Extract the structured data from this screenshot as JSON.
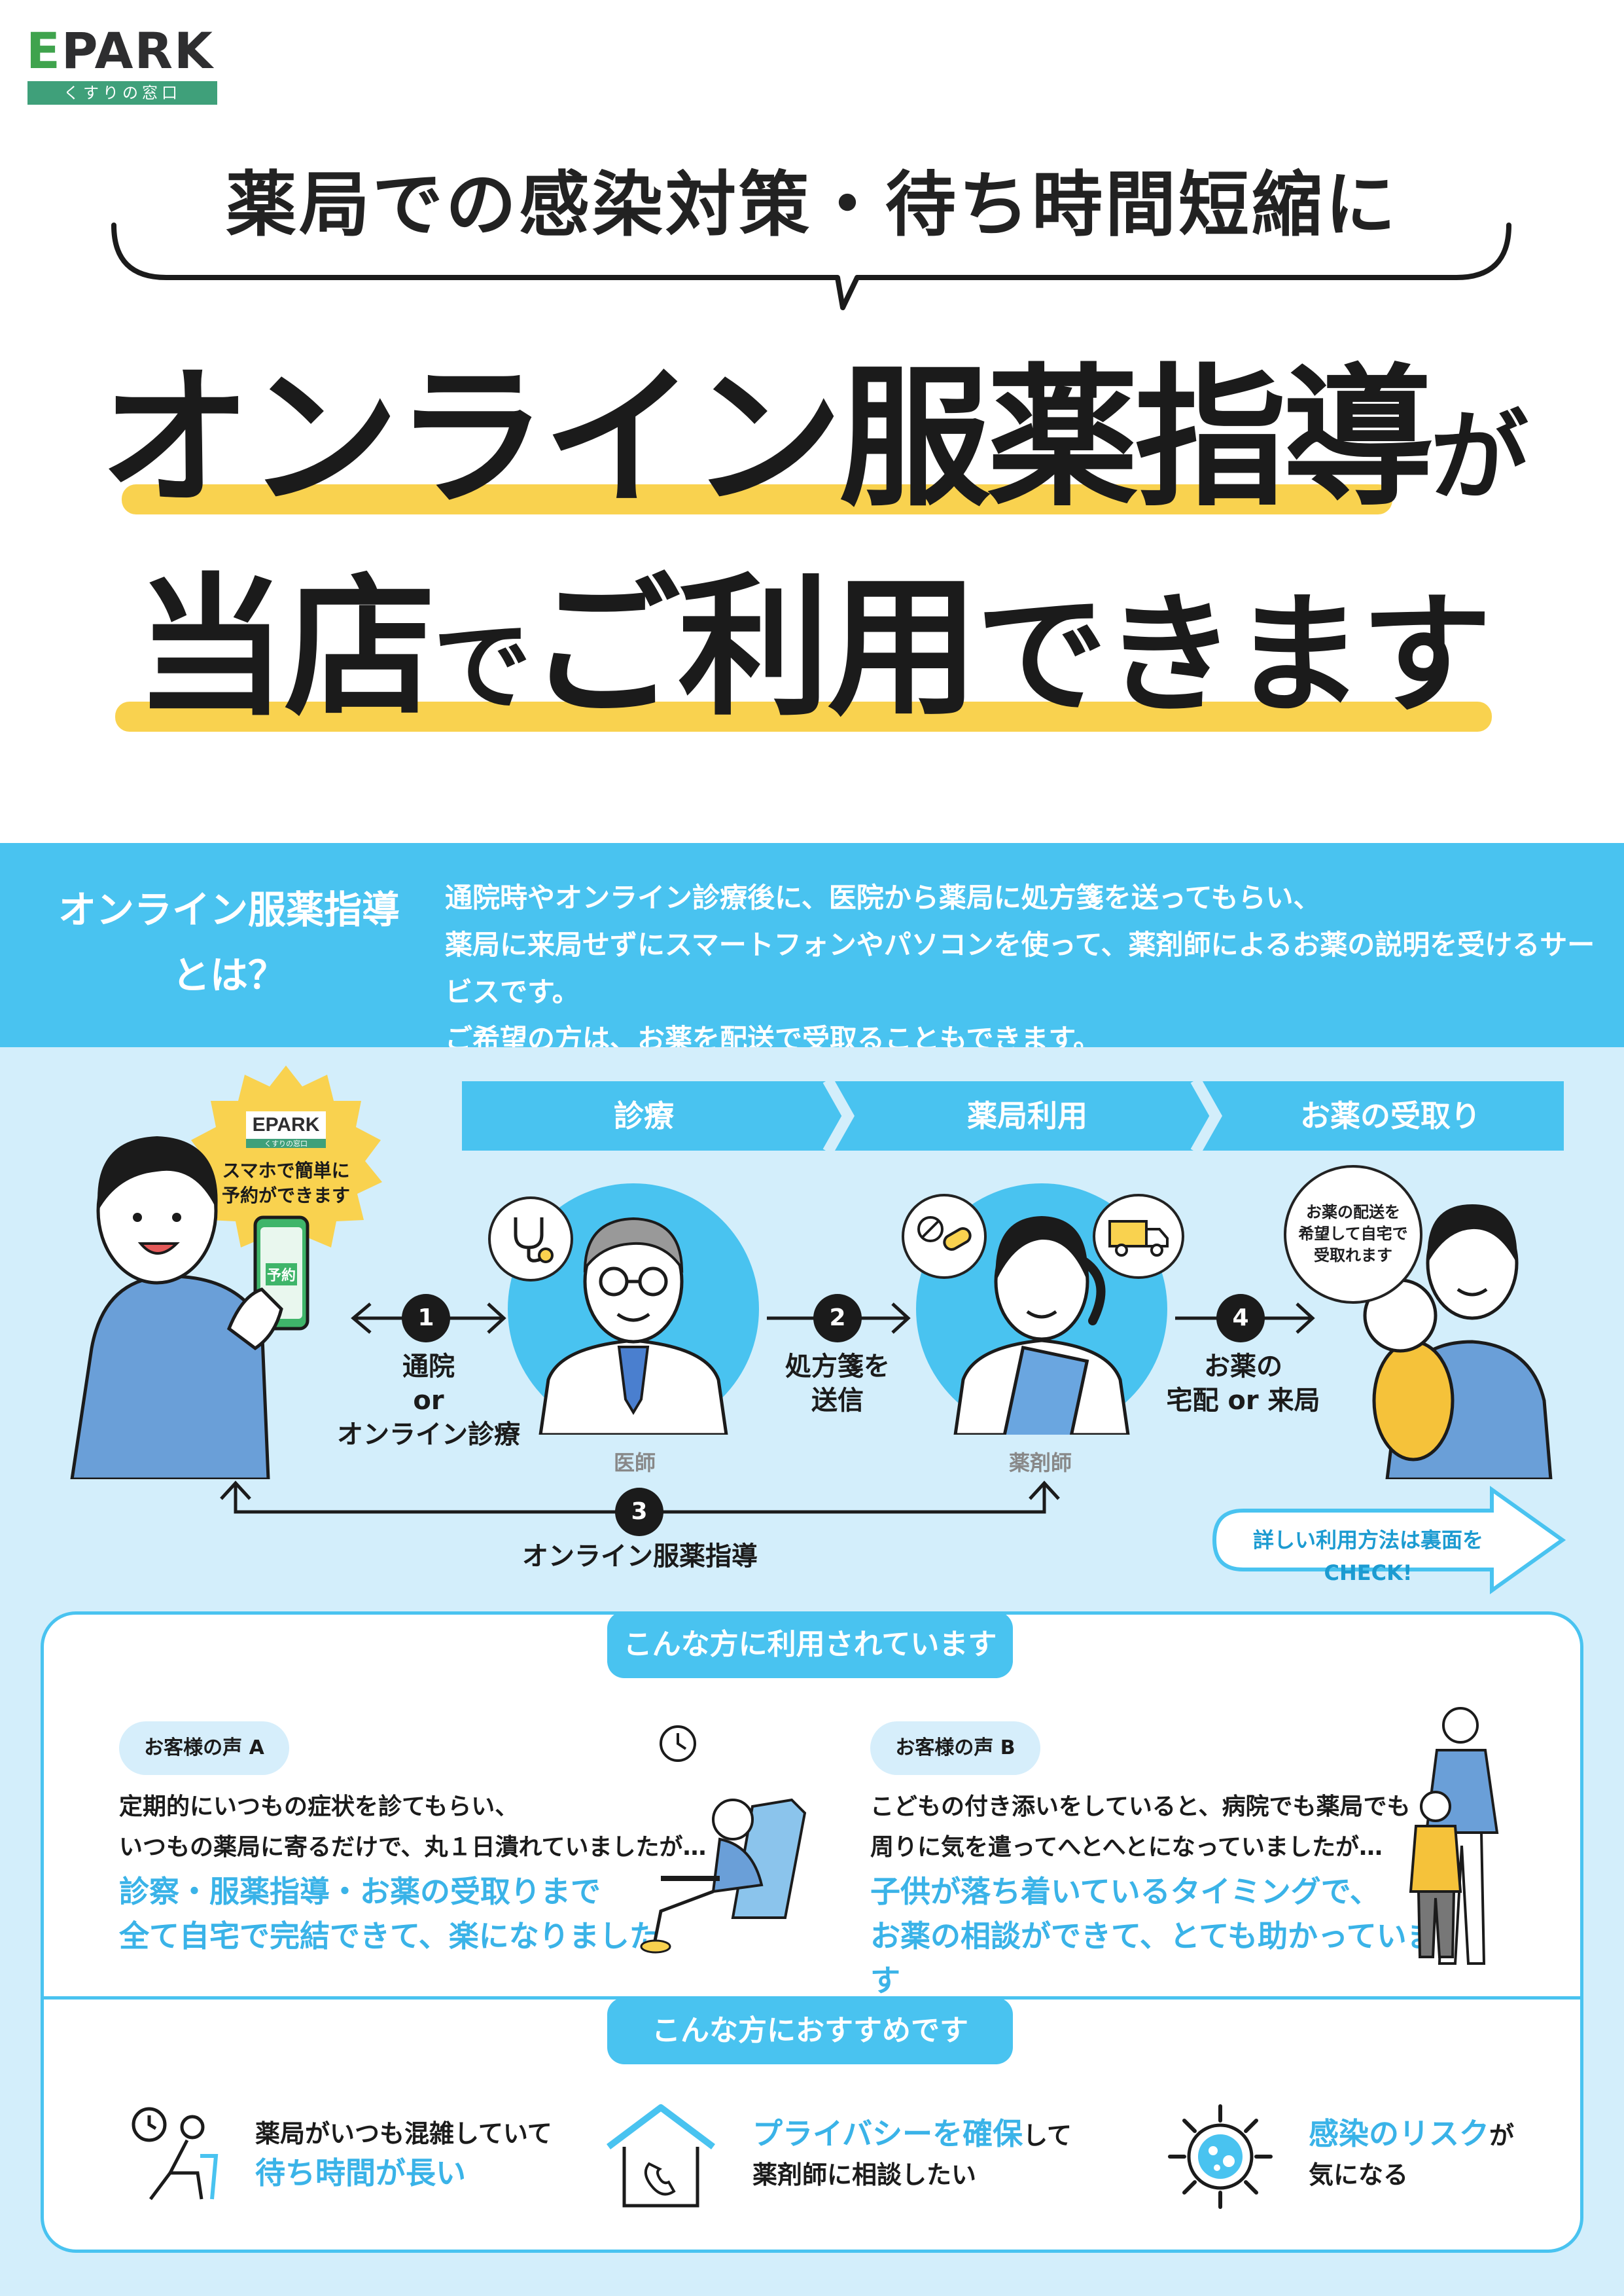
{
  "brand": {
    "logo_text_e": "E",
    "logo_text_rest": "PARK",
    "logo_sub": "くすりの窓口"
  },
  "header": {
    "subtitle": "薬局での感染対策・待ち時間短縮に",
    "hero_line1_main": "オンライン服薬指導",
    "hero_line1_tail": "が",
    "hero_line2_a": "当店",
    "hero_line2_b": "で",
    "hero_line2_c": "ご利用",
    "hero_line2_d": "できます"
  },
  "about": {
    "title_line1": "オンライン服薬指導",
    "title_line2": "とは？",
    "desc": [
      "通院時やオンライン診療後に、医院から薬局に処方箋を送ってもらい、",
      "薬局に来局せずにスマートフォンやパソコンを使って、薬剤師によるお薬の説明を受けるサービスです。",
      "ご希望の方は、お薬を配送で受取ることもできます。"
    ]
  },
  "flow": {
    "steps": [
      "診療",
      "薬局利用",
      "お薬の受取り"
    ],
    "badge": {
      "logo": "EPARK",
      "logo_sub": "くすりの窓口",
      "line1": "スマホで簡単に",
      "line2": "予約ができます"
    },
    "phone_label": "予約",
    "nums": [
      "1",
      "2",
      "3",
      "4"
    ],
    "label1": [
      "通院",
      "or",
      "オンライン診療"
    ],
    "label2": [
      "処方箋を",
      "送信"
    ],
    "label3": "オンライン服薬指導",
    "label4": [
      "お薬の",
      "宅配 or 来局"
    ],
    "role_doctor": "医師",
    "role_pharmacist": "薬剤師",
    "bubble_right": [
      "お薬の配送を",
      "希望して自宅で",
      "受取れます"
    ],
    "detail": "詳しい利用方法は裏面を CHECK!"
  },
  "users": {
    "tab": "こんな方に利用されています",
    "a": {
      "pill": "お客様の声 A",
      "line1": "定期的にいつもの症状を診てもらい、",
      "line2": "いつもの薬局に寄るだけで、丸１日潰れていましたが…",
      "em1": "診察・服薬指導・お薬の受取りまで",
      "em2": "全て自宅で完結できて、楽になりました"
    },
    "b": {
      "pill": "お客様の声 B",
      "line1": "こどもの付き添いをしていると、病院でも薬局でも",
      "line2": "周りに気を遣ってへとへとになっていましたが…",
      "em1": "子供が落ち着いているタイミングで、",
      "em2": "お薬の相談ができて、とても助かっています"
    }
  },
  "recommend": {
    "tab": "こんな方におすすめです",
    "item1": {
      "line1": "薬局がいつも混雑していて",
      "em": "待ち時間が長い"
    },
    "item2": {
      "em": "プライバシーを確保",
      "tail": "して",
      "line2": "薬剤師に相談したい"
    },
    "item3": {
      "em": "感染のリスク",
      "tail": "が",
      "line2": "気になる"
    }
  },
  "colors": {
    "accent_blue": "#49c3f0",
    "light_blue": "#d3eefb",
    "highlight_yellow": "#f9d24f",
    "brand_green": "#3fa07a"
  }
}
